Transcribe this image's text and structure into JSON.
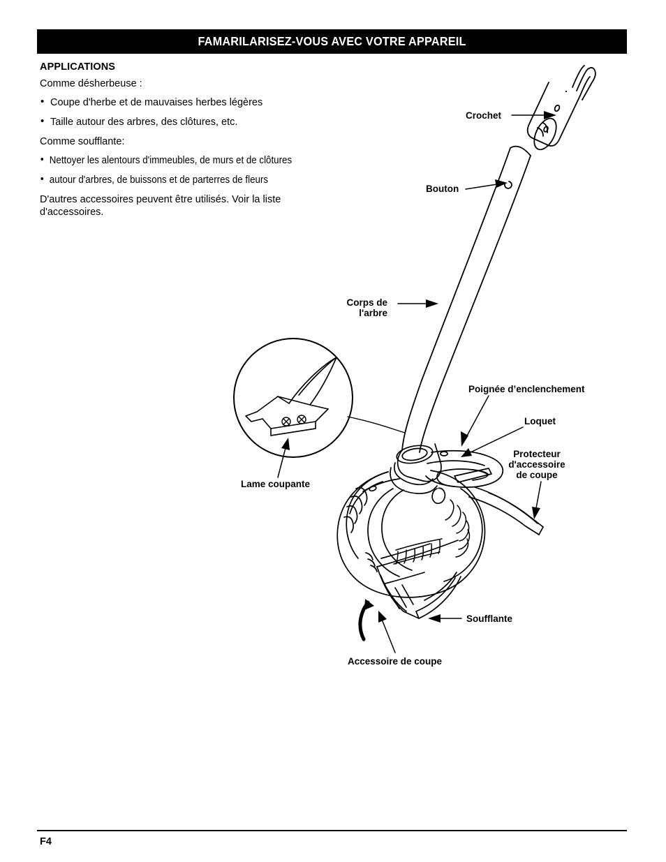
{
  "header": {
    "banner_title": "FAMARILARISEZ-VOUS AVEC VOTRE APPAREIL"
  },
  "content": {
    "section_heading": "APPLICATIONS",
    "lead_trimmer": "Comme désherbeuse :",
    "trimmer_uses": [
      "Coupe d'herbe et de mauvaises herbes légères",
      "Taille autour des arbres, des clôtures, etc."
    ],
    "lead_blower": "Comme soufflante:",
    "blower_uses": [
      "Nettoyer les alentours d'immeubles, de murs et de clôtures",
      "autour d'arbres, de buissons et de parterres de fleurs"
    ],
    "closing_note": "D'autres accessoires peuvent être utilisés. Voir la liste d'accessoires."
  },
  "callouts": {
    "hook": "Crochet",
    "button": "Bouton",
    "shaft_body_line1": "Corps de",
    "shaft_body_line2": "l'arbre",
    "cutting_blade": "Lame coupante",
    "engagement_handle": "Poignée d’enclenchement",
    "latch": "Loquet",
    "guard_line1": "Protecteur",
    "guard_line2": "d'accessoire",
    "guard_line3": "de coupe",
    "blower": "Soufflante",
    "cutting_attachment": "Accessoire de coupe"
  },
  "footer": {
    "page_number": "F4"
  },
  "colors": {
    "banner_background": "#000000",
    "banner_text": "#ffffff",
    "line_art": "#000000",
    "page_background": "#ffffff"
  }
}
